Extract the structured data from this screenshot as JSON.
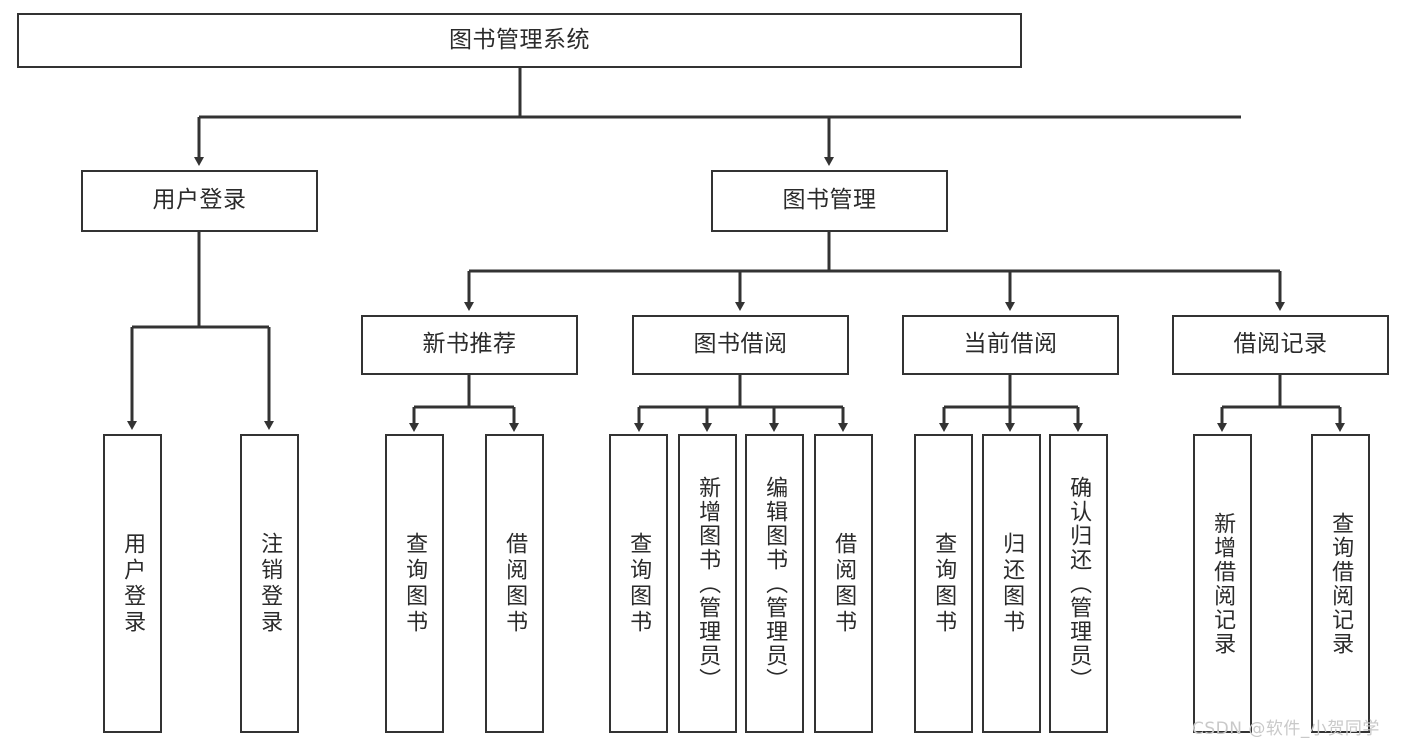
{
  "diagram": {
    "title": "图书管理系统",
    "type": "tree",
    "stroke_color": "#333333",
    "background_color": "#ffffff",
    "text_color": "#2b2b2b"
  },
  "watermark": {
    "text": "CSDN @软件_小贺同学",
    "color": "#c9c9c9"
  },
  "nodes": {
    "root": {
      "label": "图书管理系统"
    },
    "level2": [
      {
        "label": "用户登录"
      },
      {
        "label": "图书管理"
      }
    ],
    "level3": [
      {
        "label": "新书推荐"
      },
      {
        "label": "图书借阅"
      },
      {
        "label": "当前借阅"
      },
      {
        "label": "借阅记录"
      }
    ],
    "leaves": {
      "user_login": [
        {
          "label": "用户登录"
        },
        {
          "label": "注销登录"
        }
      ],
      "new_book_recommend": [
        {
          "label": "查询图书"
        },
        {
          "label": "借阅图书"
        }
      ],
      "book_borrow": [
        {
          "label": "查询图书"
        },
        {
          "label": "新增图书（管理员）"
        },
        {
          "label": "编辑图书（管理员）"
        },
        {
          "label": "借阅图书"
        }
      ],
      "current_borrow": [
        {
          "label": "查询图书"
        },
        {
          "label": "归还图书"
        },
        {
          "label": "确认归还（管理员）"
        }
      ],
      "borrow_record": [
        {
          "label": "新增借阅记录"
        },
        {
          "label": "查询借阅记录"
        }
      ]
    }
  }
}
